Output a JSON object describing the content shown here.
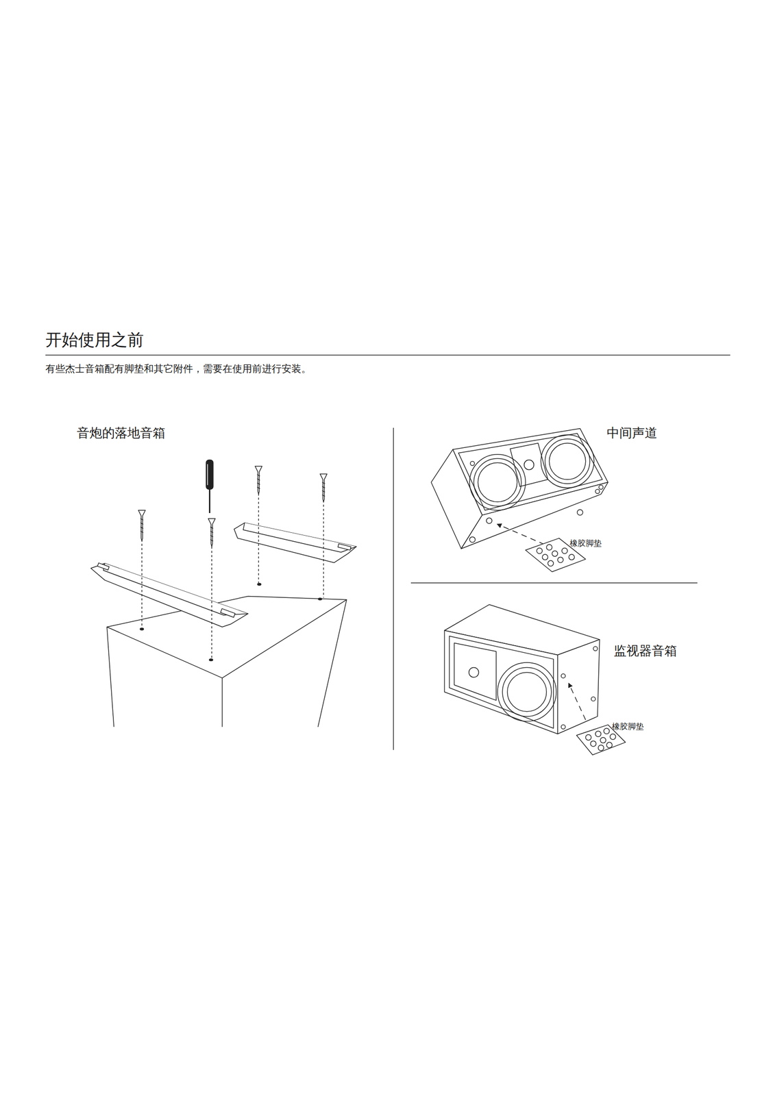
{
  "diagram": {
    "title": "开始使用之前",
    "labels": [
      "有些杰士音箱配有脚垫和其它附件，需要在使用前进行安装。",
      "音炮的落地音箱",
      "中间声道",
      "橡胶脚垫",
      "监视器音箱",
      "橡胶脚垫"
    ]
  }
}
